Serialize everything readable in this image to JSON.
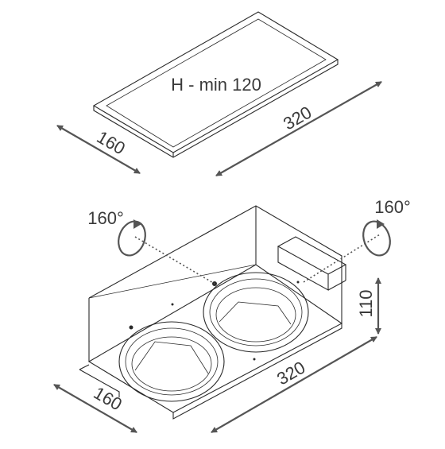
{
  "top_view": {
    "height_label": "H - min 120",
    "width_label": "320",
    "depth_label": "160"
  },
  "bottom_view": {
    "rotation_left_label": "160°",
    "rotation_right_label": "160°",
    "height_label": "110",
    "width_label": "320",
    "depth_label": "160"
  },
  "colors": {
    "line": "#2a2a2a",
    "dimension_arrow": "#555555",
    "text": "#3a3a3a"
  }
}
